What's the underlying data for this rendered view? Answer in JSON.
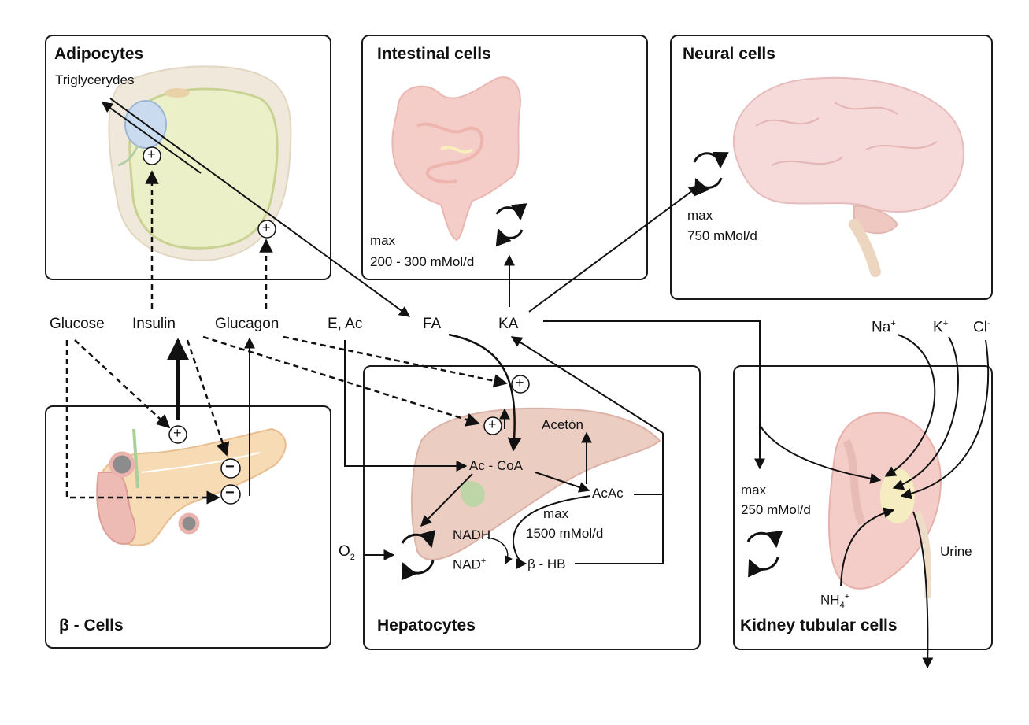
{
  "boxes": {
    "adipocytes": "Adipocytes",
    "intestinal": "Intestinal cells",
    "neural": "Neural cells",
    "beta": "β - Cells",
    "hepatocytes": "Hepatocytes",
    "kidney": "Kidney tubular cells"
  },
  "labels": {
    "triglycerydes": "Triglycerydes",
    "glucose": "Glucose",
    "insulin": "Insulin",
    "glucagon": "Glucagon",
    "e_ac": "E, Ac",
    "fa": "FA",
    "ka": "KA",
    "aceton": "Acetón",
    "ac_coa": "Ac - CoA",
    "acac": "AcAc",
    "nadh": "NADH",
    "nad": "NAD",
    "nad_sup": "+",
    "beta_hb": "β - HB",
    "o2": "O",
    "o2_sub": "2",
    "urine": "Urine",
    "nh4": "NH",
    "nh4_sub": "4",
    "nh4_sup": "+",
    "na": "Na",
    "na_sup": "+",
    "k": "K",
    "k_sup": "+",
    "cl": "Cl",
    "cl_sup": "-"
  },
  "capacities": {
    "intestinal": {
      "max": "max",
      "value": "200 - 300 mMol/d"
    },
    "neural": {
      "max": "max",
      "value": "750 mMol/d"
    },
    "liver": {
      "max": "max",
      "value": "1500 mMol/d"
    },
    "kidney": {
      "max": "max",
      "value": "250 mMol/d"
    }
  },
  "signs": {
    "plus": "+",
    "minus": "−"
  },
  "colors": {
    "line": "#111111",
    "organ_pink": "#f3c9c9",
    "organ_red": "#e9a7a3",
    "fat_green": "#e6ecb8",
    "pancreas_orange": "#f4cf9d",
    "liver_brown": "#e3b3a2"
  }
}
